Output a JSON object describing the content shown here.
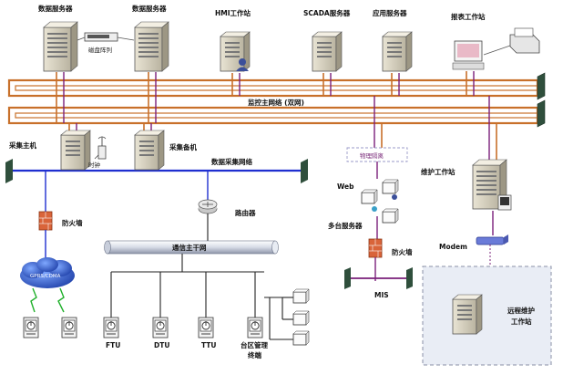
{
  "labels": {
    "db_server_1": "数据服务器",
    "disk_array": "磁盘阵列",
    "db_server_2": "数据服务器",
    "hmi_station": "HMI工作站",
    "scada_server": "SCADA服务器",
    "app_server": "应用服务器",
    "report_station": "报表工作站",
    "main_network": "监控主网络 (双网)",
    "collect_main": "采集主机",
    "clock": "时钟",
    "collect_backup": "采集备机",
    "collect_network": "数据采集网络",
    "isolation": "物理隔离",
    "maintenance_station": "维护工作站",
    "web": "Web",
    "multi_server": "多台服务器",
    "firewall_left": "防火墙",
    "router": "路由器",
    "backbone": "通信主干网",
    "firewall_right": "防火墙",
    "modem": "Modem",
    "gprs_cdma": "GPRS/CDMA",
    "mis": "MIS",
    "remote_station_1": "远程维护",
    "remote_station_2": "工作站",
    "ftu": "FTU",
    "dtu": "DTU",
    "ttu": "TTU",
    "zone_mgmt_1": "台区管理",
    "zone_mgmt_2": "终端"
  },
  "colors": {
    "main_net": "#c8702a",
    "collect_net": "#1f2fd0",
    "purple_link": "#7a1f7a",
    "firewall": "#d9643a"
  }
}
